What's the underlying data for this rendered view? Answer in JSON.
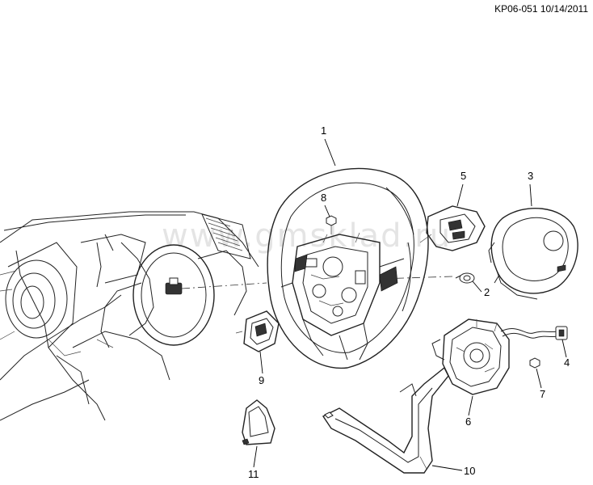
{
  "header": {
    "doc_id": "KP06-051 10/14/2011"
  },
  "watermark": "www.gmsklad.ru",
  "callouts": [
    {
      "id": "c1",
      "label": "1"
    },
    {
      "id": "c2",
      "label": "2"
    },
    {
      "id": "c3",
      "label": "3"
    },
    {
      "id": "c4",
      "label": "4"
    },
    {
      "id": "c5",
      "label": "5"
    },
    {
      "id": "c6",
      "label": "6"
    },
    {
      "id": "c7",
      "label": "7"
    },
    {
      "id": "c8",
      "label": "8"
    },
    {
      "id": "c9",
      "label": "9"
    },
    {
      "id": "c10",
      "label": "10"
    },
    {
      "id": "c11",
      "label": "11"
    }
  ]
}
